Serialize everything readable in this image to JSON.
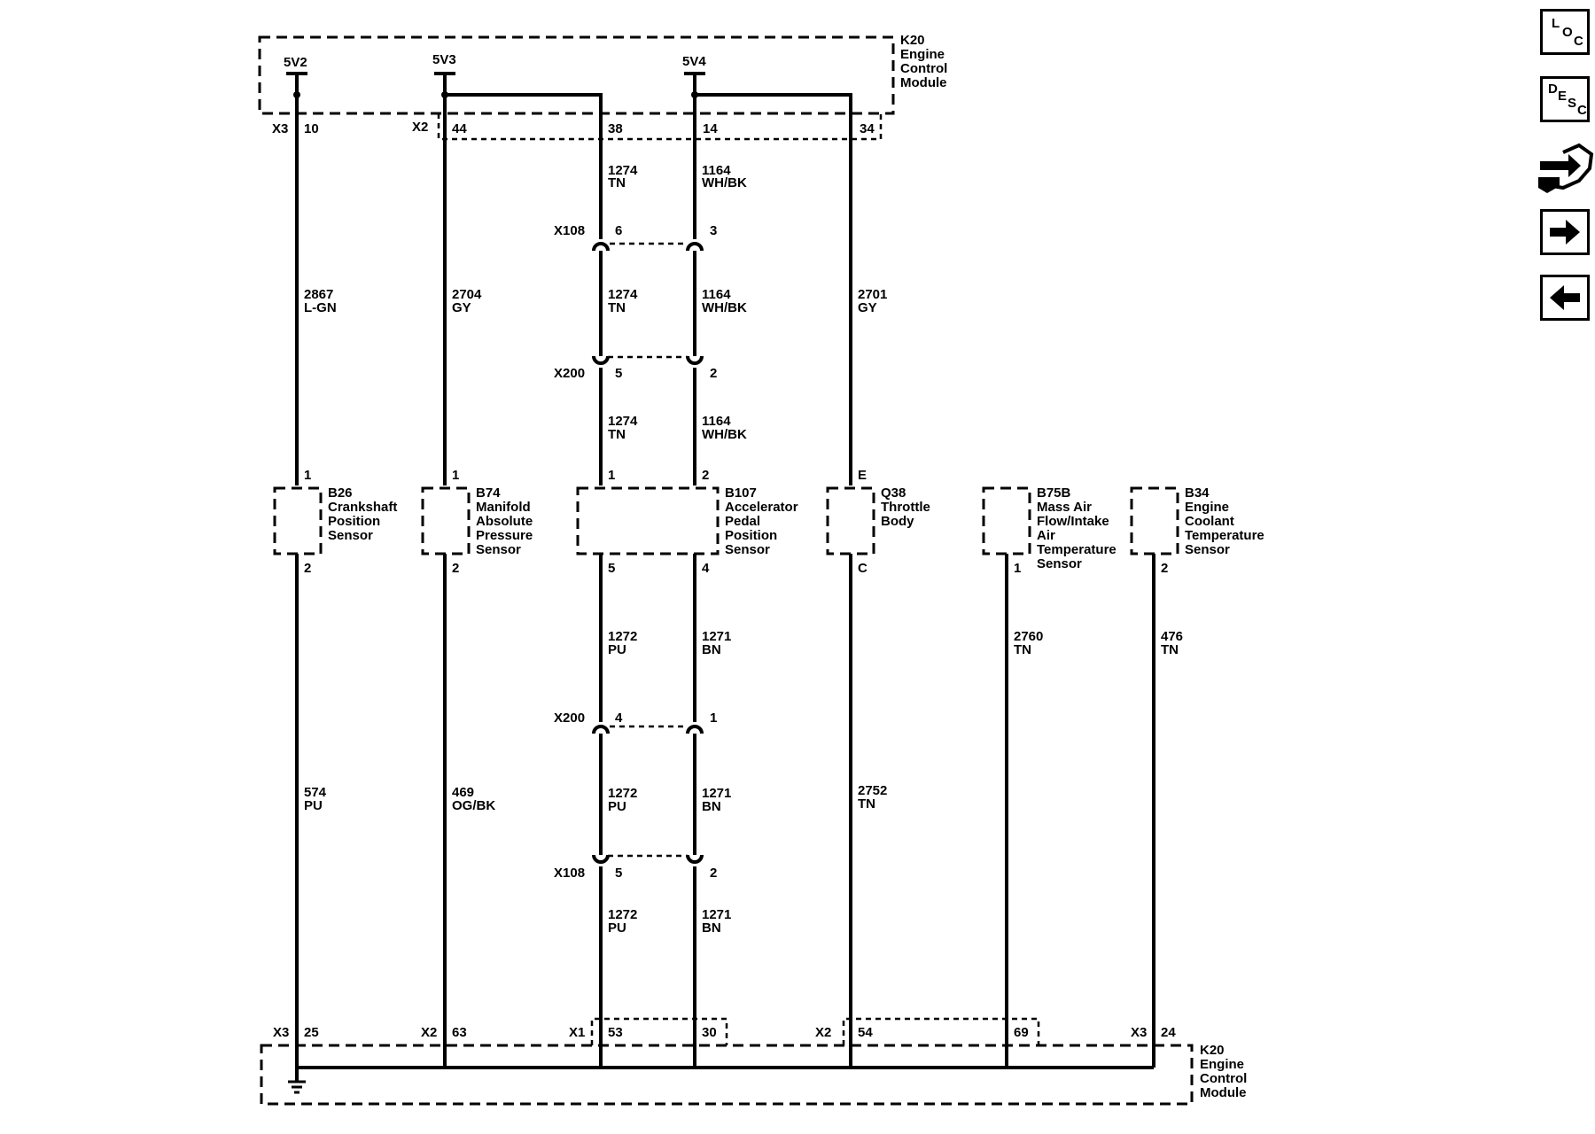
{
  "ecm_top": {
    "name": [
      "K20",
      "Engine",
      "Control",
      "Module"
    ]
  },
  "ecm_bottom": {
    "name": [
      "K20",
      "Engine",
      "Control",
      "Module"
    ]
  },
  "refs": {
    "r1": "5V2",
    "r2": "5V3",
    "r3": "5V4"
  },
  "top_pins": {
    "x3": "X3",
    "p10": "10",
    "x2": "X2",
    "p44": "44",
    "p38": "38",
    "p14": "14",
    "p34": "34"
  },
  "wires": {
    "w1274a": [
      "1274",
      "TN"
    ],
    "w1164a": [
      "1164",
      "WH/BK"
    ],
    "w2867": [
      "2867",
      "L-GN"
    ],
    "w2704": [
      "2704",
      "GY"
    ],
    "w1274b": [
      "1274",
      "TN"
    ],
    "w1164b": [
      "1164",
      "WH/BK"
    ],
    "w2701": [
      "2701",
      "GY"
    ],
    "w1274c": [
      "1274",
      "TN"
    ],
    "w1164c": [
      "1164",
      "WH/BK"
    ],
    "w1272a": [
      "1272",
      "PU"
    ],
    "w1271a": [
      "1271",
      "BN"
    ],
    "w2760": [
      "2760",
      "TN"
    ],
    "w476": [
      "476",
      "TN"
    ],
    "w574": [
      "574",
      "PU"
    ],
    "w469": [
      "469",
      "OG/BK"
    ],
    "w1272b": [
      "1272",
      "PU"
    ],
    "w1271b": [
      "1271",
      "BN"
    ],
    "w2752": [
      "2752",
      "TN"
    ],
    "w1272c": [
      "1272",
      "PU"
    ],
    "w1271c": [
      "1271",
      "BN"
    ]
  },
  "inline": {
    "x108a": {
      "name": "X108",
      "left": "6",
      "right": "3"
    },
    "x200a": {
      "name": "X200",
      "left": "5",
      "right": "2"
    },
    "x200b": {
      "name": "X200",
      "left": "4",
      "right": "1"
    },
    "x108b": {
      "name": "X108",
      "left": "5",
      "right": "2"
    }
  },
  "components": {
    "b26": {
      "top_pin": "1",
      "bottom_pin": "2",
      "label": [
        "B26",
        "Crankshaft",
        "Position",
        "Sensor"
      ]
    },
    "b74": {
      "top_pin": "1",
      "bottom_pin": "2",
      "label": [
        "B74",
        "Manifold",
        "Absolute",
        "Pressure",
        "Sensor"
      ]
    },
    "b107": {
      "top_pin1": "1",
      "top_pin2": "2",
      "bottom_pin1": "5",
      "bottom_pin2": "4",
      "label": [
        "B107",
        "Accelerator",
        "Pedal",
        "Position",
        "Sensor"
      ]
    },
    "q38": {
      "top_pin": "E",
      "bottom_pin": "C",
      "label": [
        "Q38",
        "Throttle",
        "Body"
      ]
    },
    "b75b": {
      "bottom_pin": "1",
      "label": [
        "B75B",
        "Mass Air",
        "Flow/Intake",
        "Air",
        "Temperature",
        "Sensor"
      ]
    },
    "b34": {
      "bottom_pin": "2",
      "label": [
        "B34",
        "Engine",
        "Coolant",
        "Temperature",
        "Sensor"
      ]
    }
  },
  "bottom_pins": {
    "x3a": "X3",
    "p25": "25",
    "x2a": "X2",
    "p63": "63",
    "x1": "X1",
    "p53": "53",
    "p30": "30",
    "x2b": "X2",
    "p54": "54",
    "p69": "69",
    "x3b": "X3",
    "p24": "24"
  },
  "nav": {
    "loc": [
      "L",
      "O",
      "C"
    ],
    "desc": [
      "D",
      "E",
      "S",
      "C"
    ],
    "icons": [
      "connector-tool-icon",
      "arrow-right-icon",
      "arrow-left-icon"
    ]
  }
}
